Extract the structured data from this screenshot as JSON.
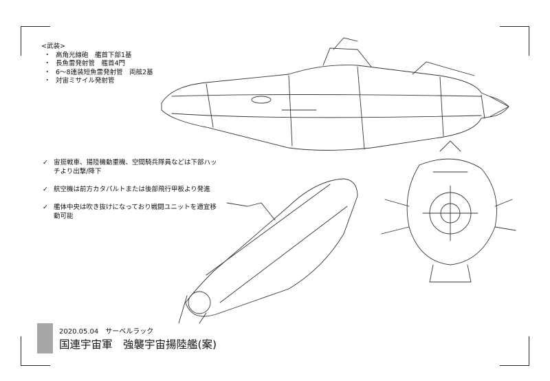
{
  "armament": {
    "heading": "<武装>",
    "bullet": "・",
    "items": [
      "高角光線砲　艦首下部1基",
      "長魚雷発射管　艦首4門",
      "6～8連装短魚雷発射管　両舷2基",
      "対宙ミサイル発射管"
    ]
  },
  "notes": {
    "check": "✓",
    "items": [
      "宙挺戦車、揚陸機動重機、空間騎兵隊員などは下部ハッチより出撃/降下",
      "航空機は前方カタパルトまたは後部飛行甲板より発進",
      "艦体中央は吹き抜けになっており戦闘ユニットを適宜移動可能"
    ]
  },
  "footer": {
    "date_author": "2020.05.04　サーベルラック",
    "title": "国連宇宙軍　強襲宇宙揚陸艦(案)",
    "bar_color": "#a8a6a6"
  }
}
